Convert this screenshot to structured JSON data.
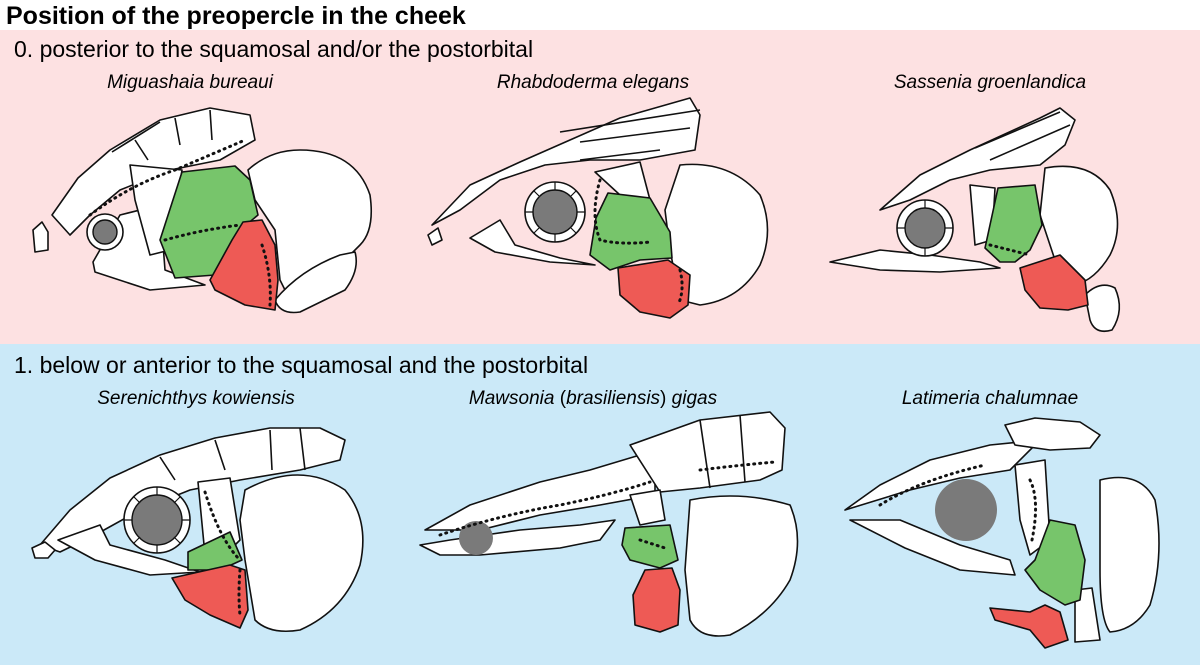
{
  "title": "Position of the preopercle in the cheek",
  "colors": {
    "state0_bg": "#fde1e2",
    "state1_bg": "#cbe9f8",
    "squamosal_postorbital_fill": "#77c56b",
    "preopercle_fill": "#ee5a55",
    "eye_fill": "#7a7a7a",
    "bone_fill": "#ffffff",
    "outline": "#111111"
  },
  "states": [
    {
      "label": "0. posterior to the squamosal and/or the postorbital",
      "taxa": [
        {
          "name": "Miguashaia bureaui"
        },
        {
          "name": "Rhabdoderma elegans"
        },
        {
          "name": "Sassenia groenlandica"
        }
      ]
    },
    {
      "label": "1. below or anterior to the squamosal and the postorbital",
      "taxa": [
        {
          "name": "Serenichthys  kowiensis"
        },
        {
          "name_parts": [
            "Mawsonia",
            " (",
            "brasiliensis",
            ") ",
            "gigas"
          ]
        },
        {
          "name": "Latimeria chalumnae"
        }
      ]
    }
  ]
}
